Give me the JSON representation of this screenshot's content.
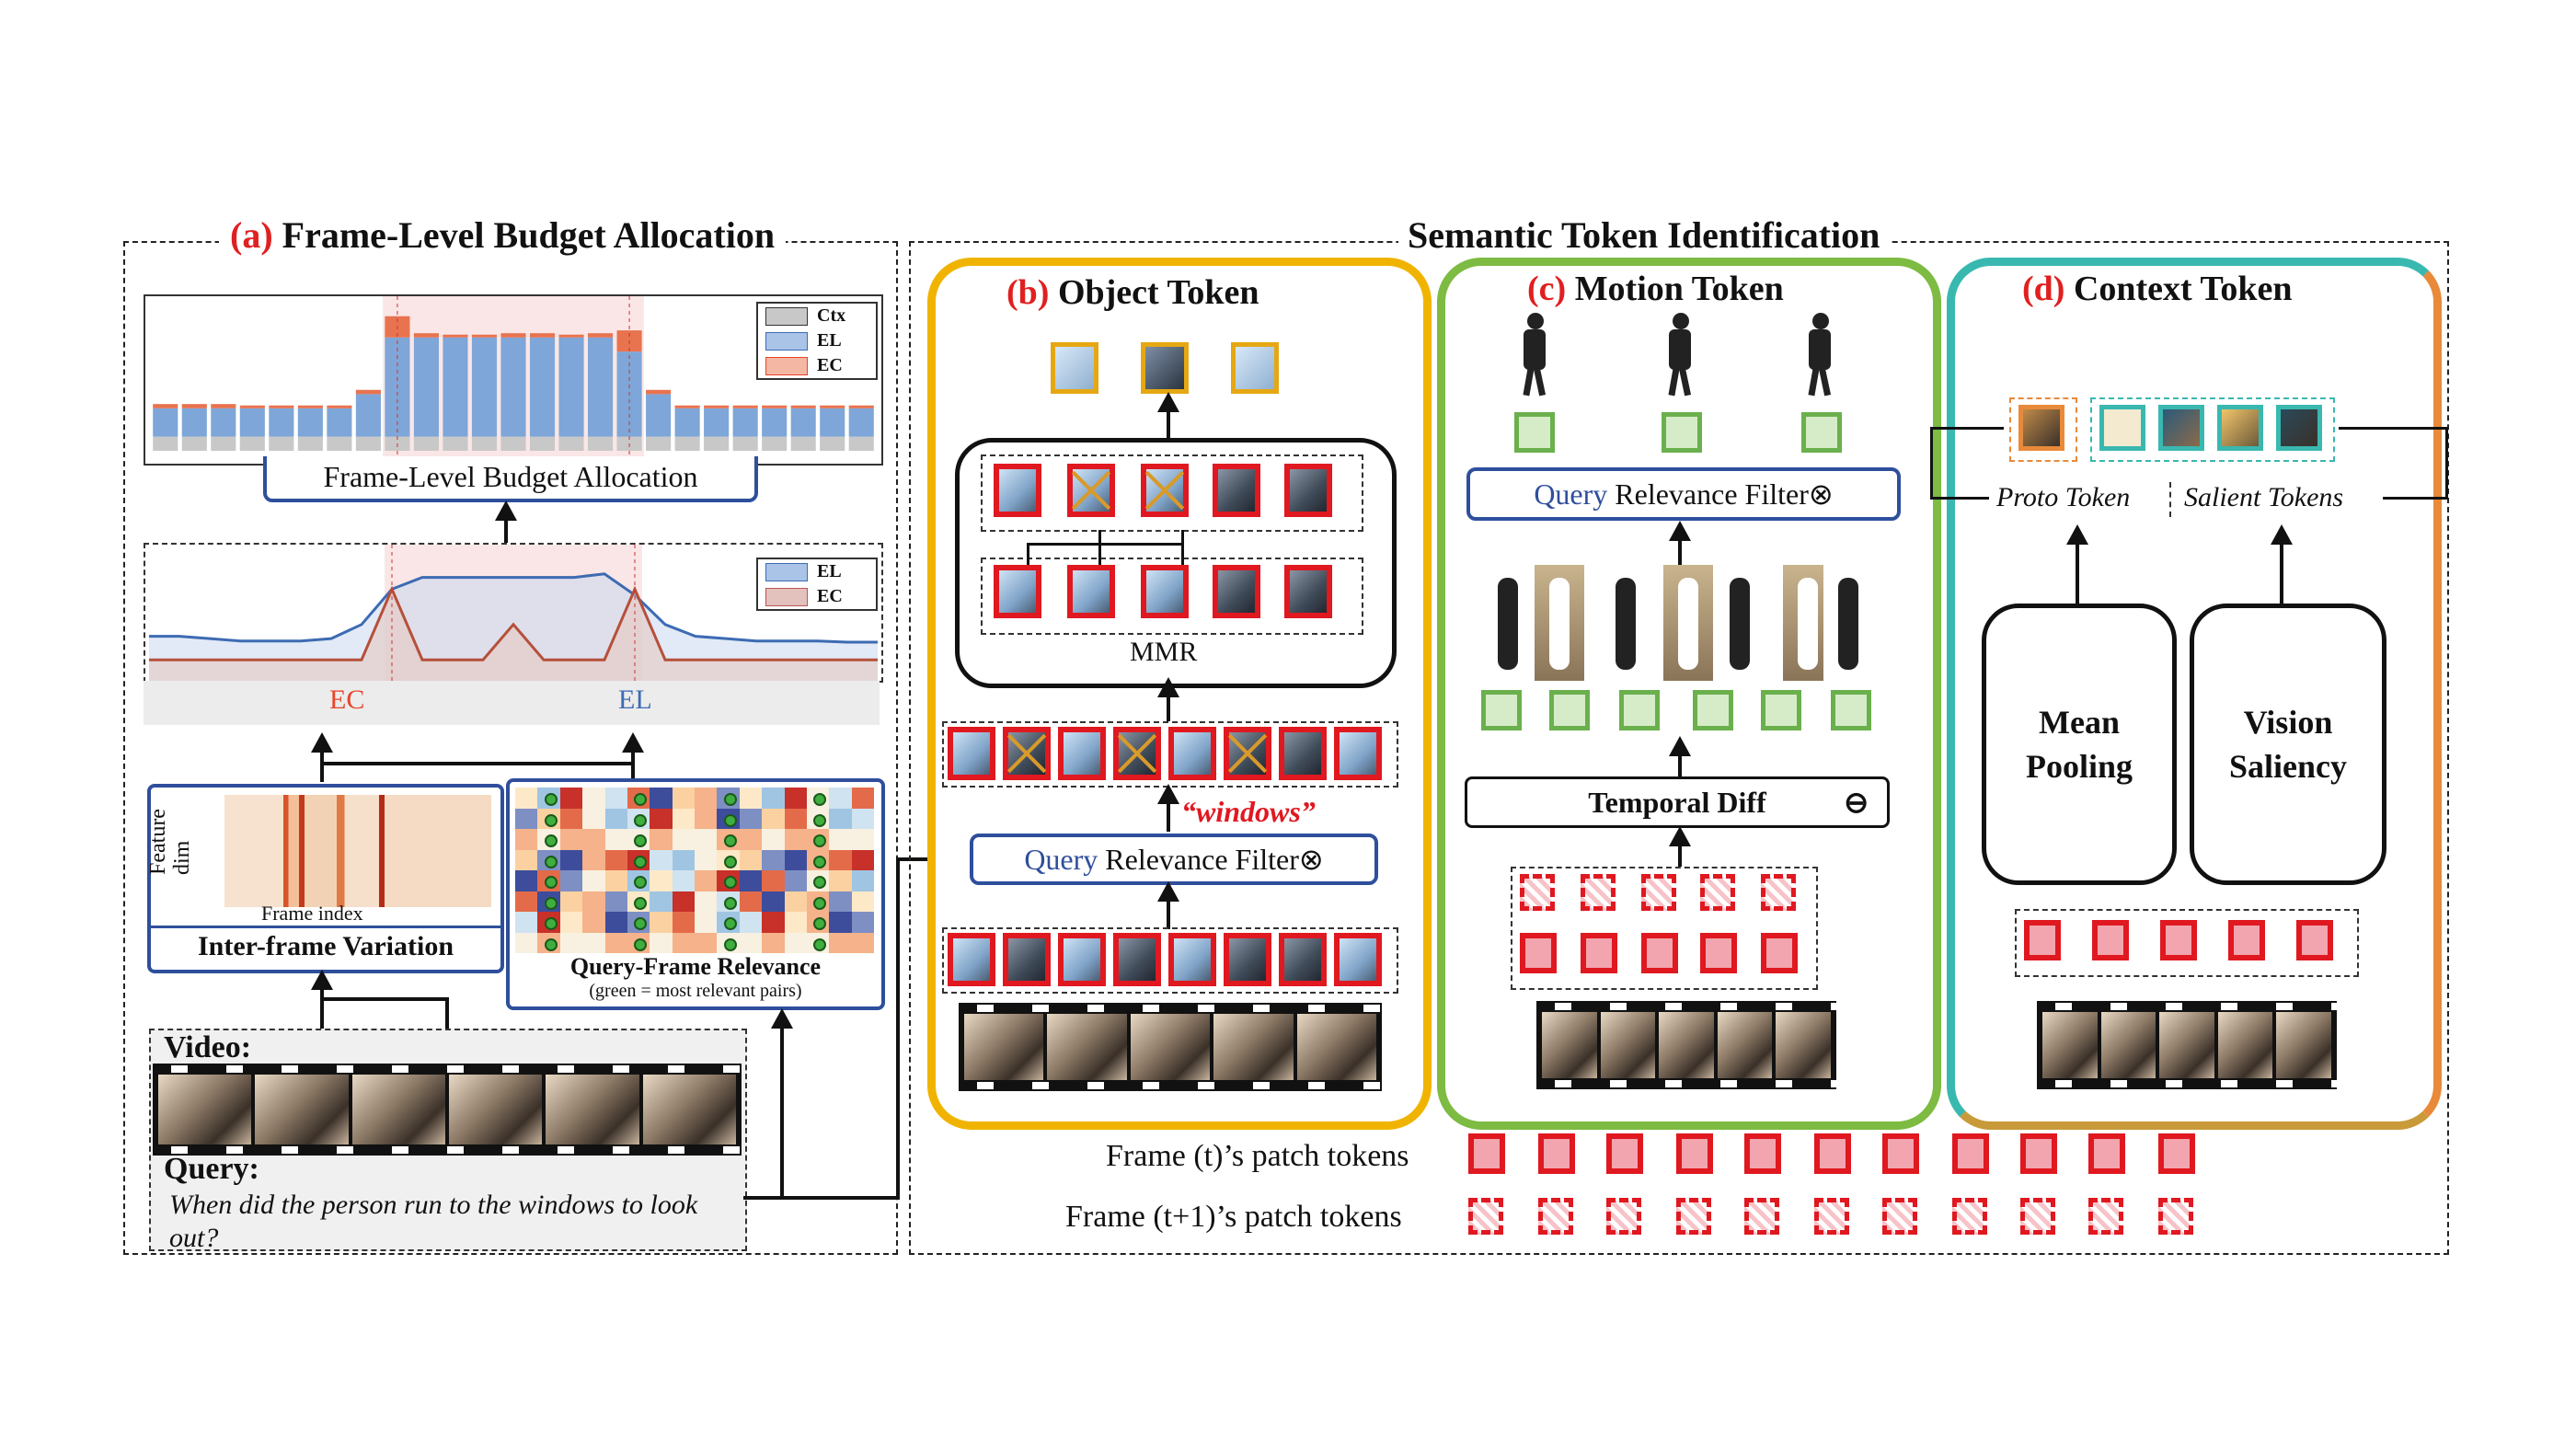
{
  "diagram": {
    "panel_a": {
      "title_prefix": "(a)",
      "title": "Frame-Level Budget Allocation",
      "bar_chart_label": "Frame-Level Budget Allocation",
      "bar_legend": [
        "Ctx",
        "EL",
        "EC"
      ],
      "line_legend": [
        "EL",
        "EC"
      ],
      "ec_label": "EC",
      "el_label": "EL",
      "heatmap_ylabel": "Feature dim",
      "heatmap_xlabel": "Frame index",
      "inter_frame_label": "Inter-frame Variation",
      "relevance_label": "Query-Frame Relevance",
      "relevance_note": "(green = most relevant pairs)",
      "video_label": "Video:",
      "query_label": "Query:",
      "query_text": "When did the person run to the windows to look out?"
    },
    "semantic_title": "Semantic Token Identification",
    "panel_b": {
      "title_prefix": "(b)",
      "title": "Object Token",
      "mmr_label": "MMR",
      "windows_label": "“windows”",
      "filter_query": "Query",
      "filter_rest": "Relevance Filter⊗"
    },
    "panel_c": {
      "title_prefix": "(c)",
      "title": "Motion Token",
      "filter_query": "Query",
      "filter_rest": "Relevance Filter⊗",
      "temporal_label": "Temporal  Diff",
      "temporal_symbol": "⊖"
    },
    "panel_d": {
      "title_prefix": "(d)",
      "title": "Context Token",
      "proto_label": "Proto Token",
      "salient_label": "Salient Tokens",
      "mean_pooling": "Mean Pooling",
      "vision_saliency": "Vision Saliency"
    },
    "legend_bottom": {
      "frame_t": "Frame (t)’s patch tokens",
      "frame_t1": "Frame (t+1)’s patch tokens"
    },
    "colors": {
      "object_border": "#f0b400",
      "motion_border": "#7dbb42",
      "context_border_start": "#39b8b0",
      "context_border_end": "#e88a3a",
      "token_red": "#e01820",
      "ec_color": "#e8452b",
      "el_color": "#3d6bb3"
    },
    "chart_data": [
      {
        "type": "bar",
        "bars": 25,
        "series": [
          {
            "name": "Ctx",
            "values": [
              1,
              1,
              1,
              1,
              1,
              1,
              1,
              1,
              1,
              1,
              1,
              1,
              1,
              1,
              1,
              1,
              1,
              1,
              1,
              1,
              1,
              1,
              1,
              1,
              1
            ]
          },
          {
            "name": "EL",
            "values": [
              2,
              2,
              2,
              2,
              2,
              2,
              2,
              3,
              7,
              7,
              7,
              7,
              7,
              7,
              7,
              7,
              6,
              3,
              2,
              2,
              2,
              2,
              2,
              2,
              2
            ]
          },
          {
            "name": "EC",
            "values": [
              0.3,
              0.3,
              0.3,
              0.2,
              0.2,
              0.2,
              0.2,
              0.3,
              1.5,
              0.3,
              0.2,
              0.2,
              0.3,
              0.3,
              0.2,
              0.3,
              1.5,
              0.3,
              0.2,
              0.2,
              0.2,
              0.2,
              0.2,
              0.2,
              0.2
            ]
          }
        ]
      },
      {
        "type": "line",
        "series": [
          {
            "name": "EL",
            "values": [
              3,
              3,
              2.8,
              2.6,
              2.6,
              2.6,
              2.8,
              4,
              7,
              8,
              8,
              8,
              8,
              8,
              8,
              8.3,
              6.5,
              4,
              3,
              2.8,
              2.6,
              2.6,
              2.6,
              2.5,
              2.5
            ]
          },
          {
            "name": "EC",
            "values": [
              1,
              1,
              1,
              1,
              1,
              1,
              1,
              1,
              7,
              1,
              1,
              1,
              4,
              1,
              1,
              1,
              7,
              1,
              1,
              1,
              1,
              1,
              1,
              1,
              1
            ]
          }
        ]
      }
    ]
  }
}
